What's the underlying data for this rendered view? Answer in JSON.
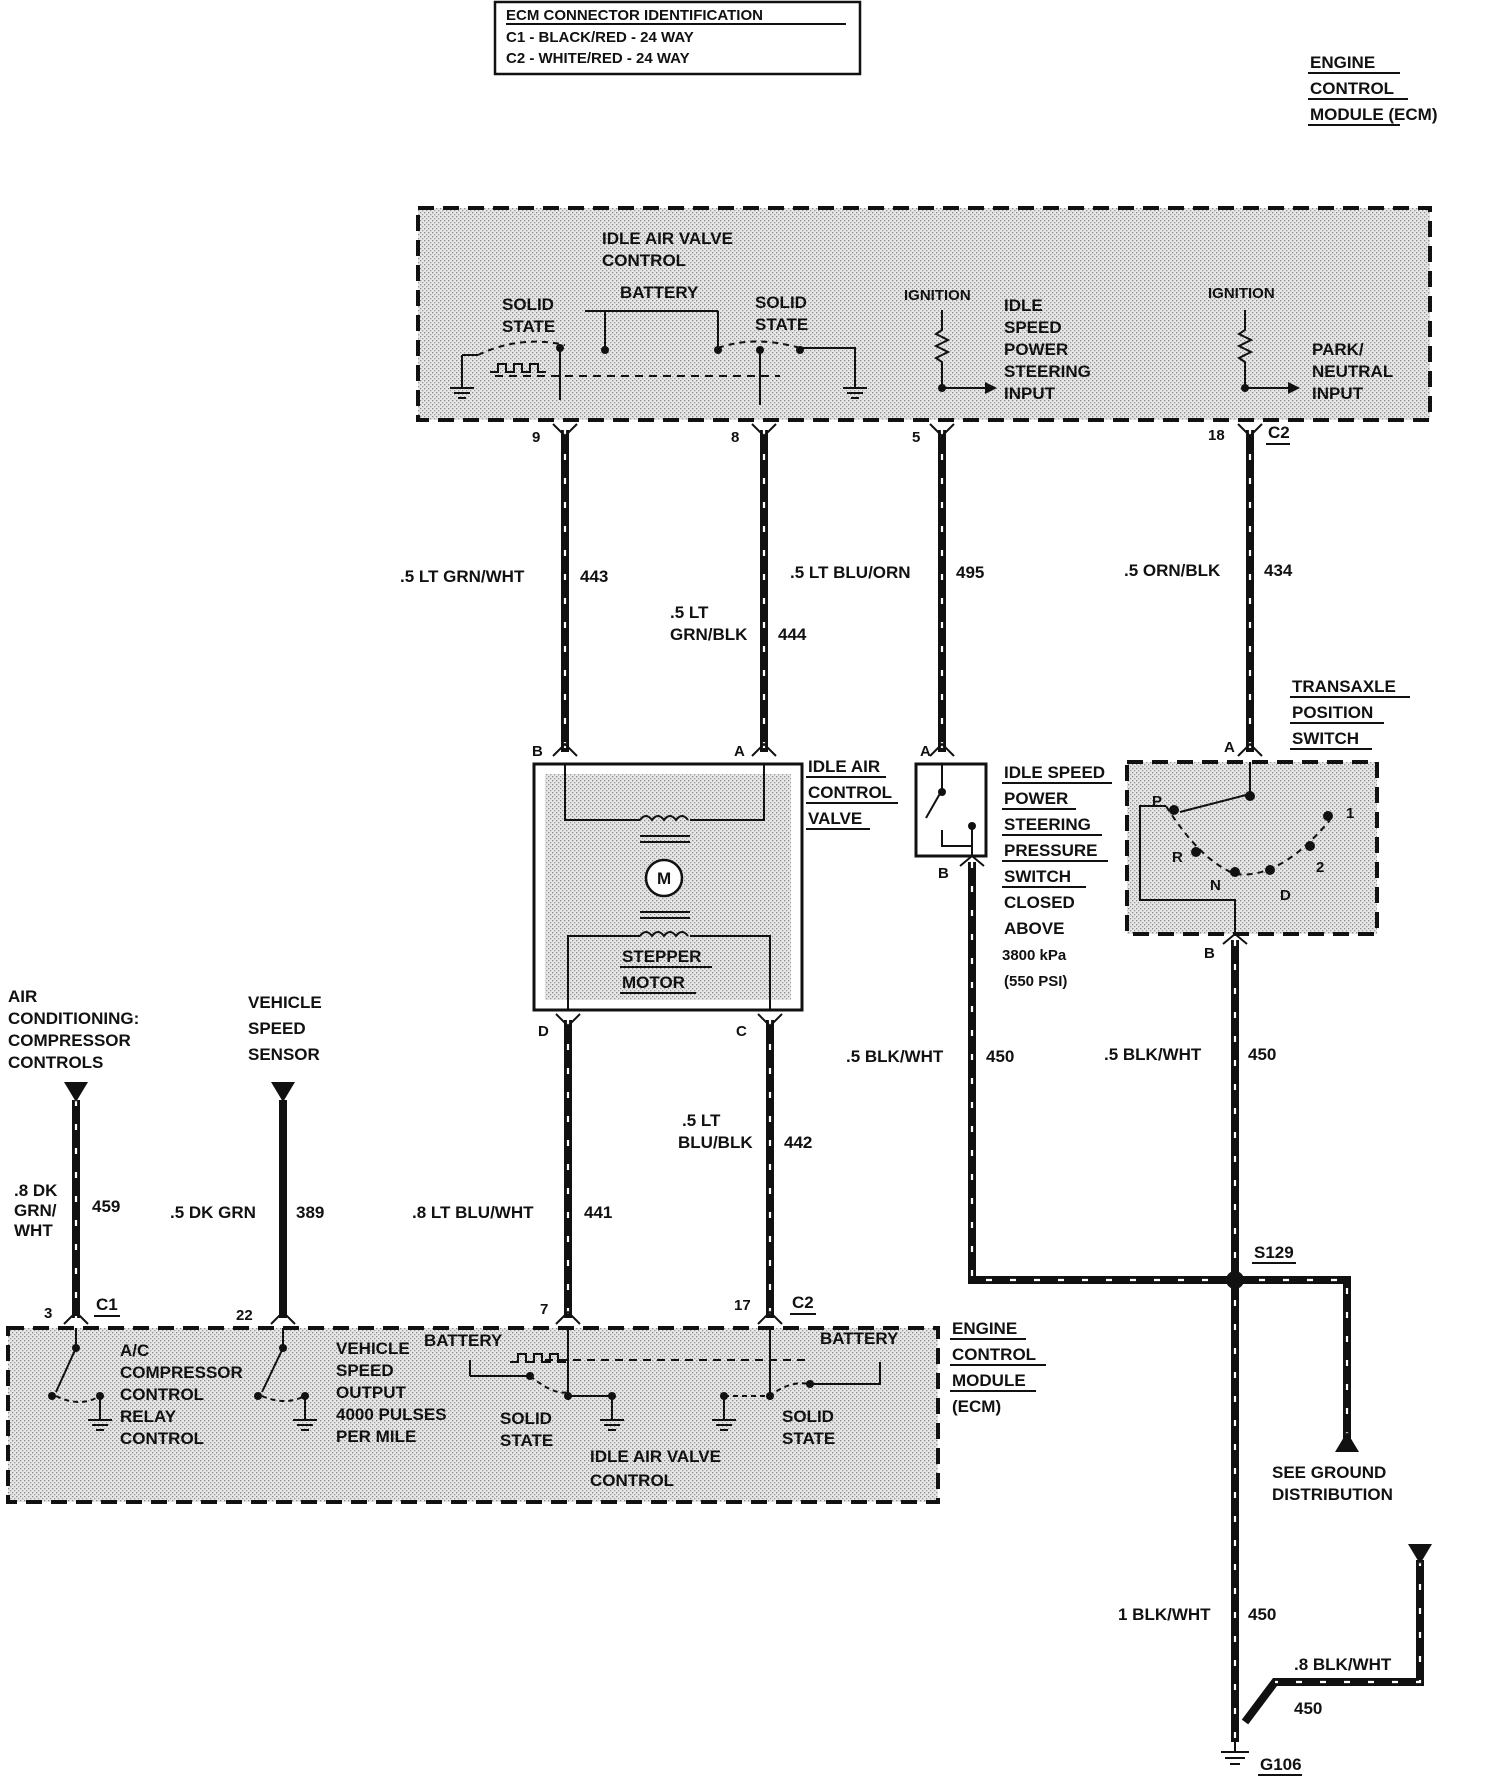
{
  "connector_id": {
    "title": "ECM CONNECTOR IDENTIFICATION",
    "c1": "C1 - BLACK/RED - 24 WAY",
    "c2": "C2 - WHITE/RED - 24 WAY"
  },
  "ecm_title": [
    "ENGINE",
    "CONTROL",
    "MODULE (ECM)"
  ],
  "ecm_top": {
    "iac_ctrl": [
      "IDLE AIR VALVE",
      "CONTROL"
    ],
    "battery": "BATTERY",
    "solid_state_l": [
      "SOLID",
      "STATE"
    ],
    "solid_state_r": [
      "SOLID",
      "STATE"
    ],
    "ignition_1": "IGNITION",
    "ignition_2": "IGNITION",
    "isps_input": [
      "IDLE",
      "SPEED",
      "POWER",
      "STEERING",
      "INPUT"
    ],
    "pn_input": [
      "PARK/",
      "NEUTRAL",
      "INPUT"
    ],
    "pins": [
      "9",
      "8",
      "5",
      "18"
    ],
    "conn": "C2"
  },
  "wires_top": [
    {
      "label": ".5 LT GRN/WHT",
      "circuit": "443"
    },
    {
      "label": [
        ".5 LT",
        "GRN/BLK"
      ],
      "circuit": "444"
    },
    {
      "label": ".5 LT BLU/ORN",
      "circuit": "495"
    },
    {
      "label": ".5 ORN/BLK",
      "circuit": "434"
    }
  ],
  "iac_valve": {
    "title": [
      "IDLE AIR",
      "CONTROL",
      "VALVE"
    ],
    "motor": "M",
    "stepper": [
      "STEPPER",
      "MOTOR"
    ],
    "pins": [
      "B",
      "A",
      "D",
      "C"
    ]
  },
  "ps_switch": {
    "title": [
      "IDLE SPEED",
      "POWER",
      "STEERING",
      "PRESSURE",
      "SWITCH"
    ],
    "note": [
      "CLOSED",
      "ABOVE",
      "3800 kPa",
      "(550 PSI)"
    ],
    "pins": [
      "A",
      "B"
    ]
  },
  "transaxle": {
    "title": [
      "TRANSAXLE",
      "POSITION",
      "SWITCH"
    ],
    "positions": [
      "P",
      "R",
      "N",
      "D",
      "2",
      "1"
    ],
    "pins": [
      "A",
      "B"
    ]
  },
  "wires_mid": [
    {
      "label": [
        ".8 LT BLU/WHT"
      ],
      "circuit": "441"
    },
    {
      "label": [
        ".5 LT",
        "BLU/BLK"
      ],
      "circuit": "442"
    },
    {
      "label": [
        ".5 BLK/WHT"
      ],
      "circuit": "450"
    },
    {
      "label": [
        ".5 BLK/WHT"
      ],
      "circuit": "450"
    }
  ],
  "left_inputs": {
    "ac": [
      "AIR",
      "CONDITIONING:",
      "COMPRESSOR",
      "CONTROLS"
    ],
    "vss": [
      "VEHICLE",
      "SPEED",
      "SENSOR"
    ],
    "ac_wire": {
      "label": [
        ".8 DK",
        "GRN/",
        "WHT"
      ],
      "circuit": "459"
    },
    "vss_wire": {
      "label": ".5 DK GRN",
      "circuit": "389"
    }
  },
  "ecm_bottom": {
    "pins": [
      "3",
      "22",
      "7",
      "17"
    ],
    "c1": "C1",
    "c2": "C2",
    "ac_relay": [
      "A/C",
      "COMPRESSOR",
      "CONTROL",
      "RELAY",
      "CONTROL"
    ],
    "vss_out": [
      "VEHICLE",
      "SPEED",
      "OUTPUT",
      "4000 PULSES",
      "PER MILE"
    ],
    "battery_l": "BATTERY",
    "battery_r": "BATTERY",
    "solid_l": [
      "SOLID",
      "STATE"
    ],
    "solid_r": [
      "SOLID",
      "STATE"
    ],
    "iac_ctrl": [
      "IDLE AIR VALVE",
      "CONTROL"
    ],
    "title": [
      "ENGINE",
      "CONTROL",
      "MODULE",
      "(ECM)"
    ]
  },
  "ground": {
    "splice": "S129",
    "see_ground": [
      "SEE GROUND",
      "DISTRIBUTION"
    ],
    "main_wire": {
      "label": "1 BLK/WHT",
      "circuit": "450"
    },
    "branch_wire": {
      "label": ".8 BLK/WHT",
      "circuit": "450"
    },
    "ground": "G106"
  }
}
